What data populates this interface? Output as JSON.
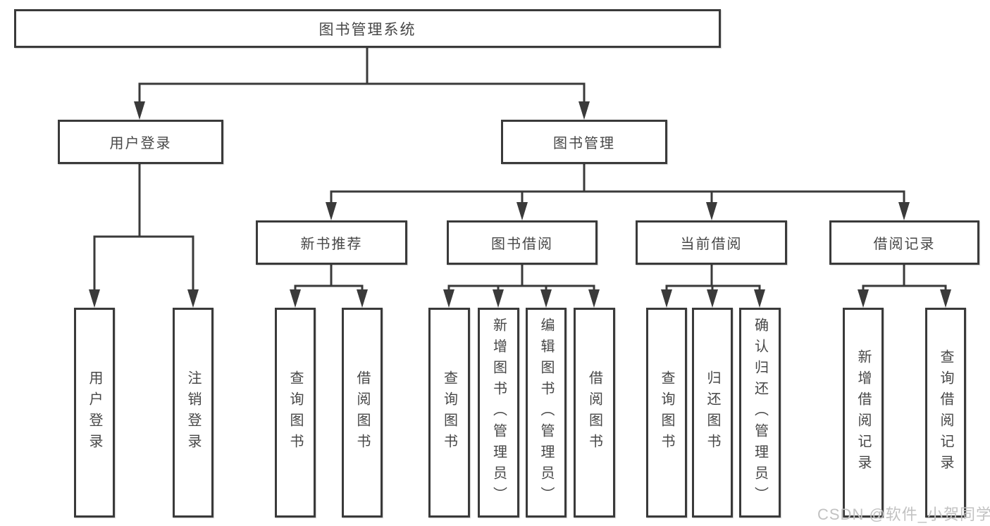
{
  "tree": {
    "label": "图书管理系统",
    "children": [
      {
        "label": "用户登录",
        "children": [
          {
            "label": "用户登录"
          },
          {
            "label": "注销登录"
          }
        ]
      },
      {
        "label": "图书管理",
        "children": [
          {
            "label": "新书推荐",
            "children": [
              {
                "label": "查询图书"
              },
              {
                "label": "借阅图书"
              }
            ]
          },
          {
            "label": "图书借阅",
            "children": [
              {
                "label": "查询图书"
              },
              {
                "label": "新增图书（管理员）"
              },
              {
                "label": "编辑图书（管理员）"
              },
              {
                "label": "借阅图书"
              }
            ]
          },
          {
            "label": "当前借阅",
            "children": [
              {
                "label": "查询图书"
              },
              {
                "label": "归还图书"
              },
              {
                "label": "确认归还（管理员）"
              }
            ]
          },
          {
            "label": "借阅记录",
            "children": [
              {
                "label": "新增借阅记录"
              },
              {
                "label": "查询借阅记录"
              }
            ]
          }
        ]
      }
    ]
  },
  "watermark": {
    "text": "CSDN @软件_小贺同学"
  },
  "colors": {
    "line": "#3a3a3a",
    "box_border": "#3a3a3a",
    "text": "#474747",
    "watermark": "#c2c2c2",
    "background": "#ffffff"
  }
}
